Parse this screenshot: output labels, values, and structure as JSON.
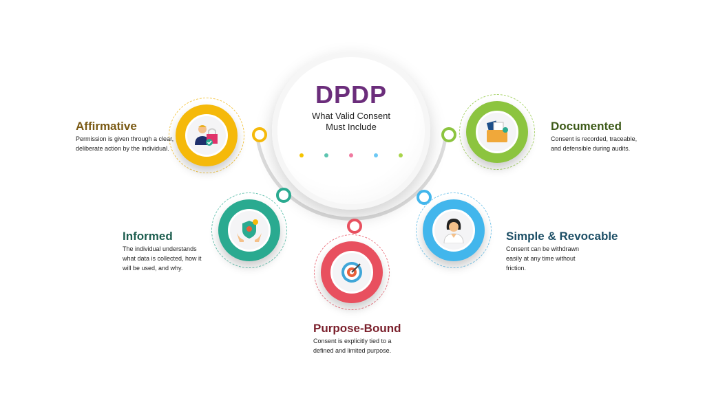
{
  "center": {
    "title": "DPDP",
    "subtitle_line1": "What Valid Consent",
    "subtitle_line2": "Must Include"
  },
  "colors": {
    "yellow": "#f5b90a",
    "teal": "#2aaa90",
    "red": "#e8505f",
    "blue": "#42b6ec",
    "green": "#8cc43f",
    "purple": "#6b2d7b"
  },
  "items": [
    {
      "title": "Affirmative",
      "desc": "Permission is given through a clear, deliberate action by the individual.",
      "icon": "person-consent-icon",
      "title_color": "#7a5a14"
    },
    {
      "title": "Informed",
      "desc": "The individual understands what data is collected, how it will be used, and why.",
      "icon": "shield-hands-icon",
      "title_color": "#1d5e4f"
    },
    {
      "title": "Purpose-Bound",
      "desc": "Consent is explicitly tied to a defined and limited purpose.",
      "icon": "target-icon",
      "title_color": "#7a1f2b"
    },
    {
      "title": "Simple & Revocable",
      "desc": "Consent can be withdrawn easily at any time without friction.",
      "icon": "doctor-icon",
      "title_color": "#1d4f66"
    },
    {
      "title": "Documented",
      "desc": "Consent is recorded, traceable, and defensible during audits.",
      "icon": "folder-documents-icon",
      "title_color": "#3d5a18"
    }
  ]
}
